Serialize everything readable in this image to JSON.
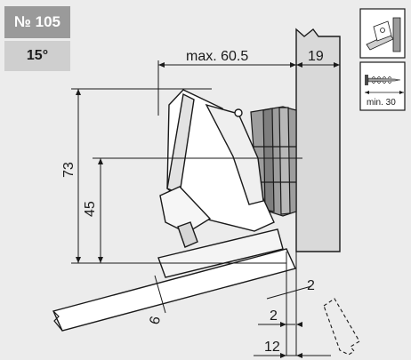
{
  "badges": {
    "id": "№ 105",
    "angle": "15°"
  },
  "dimensions": {
    "max_width": "max. 60.5",
    "door_thickness": "19",
    "height_total": "73",
    "height_partial": "45",
    "panel_thickness": "6",
    "gap_a": "2",
    "gap_b": "2",
    "offset": "12"
  },
  "icons": {
    "screw_label": "min. 30",
    "hinge_icon": "hinge-mounting-icon",
    "screw_icon": "screw-icon"
  },
  "colors": {
    "background": "#ececec",
    "badge_dark": "#9a9a9a",
    "badge_light": "#cfcfcf",
    "panel": "#d9d9d9"
  }
}
